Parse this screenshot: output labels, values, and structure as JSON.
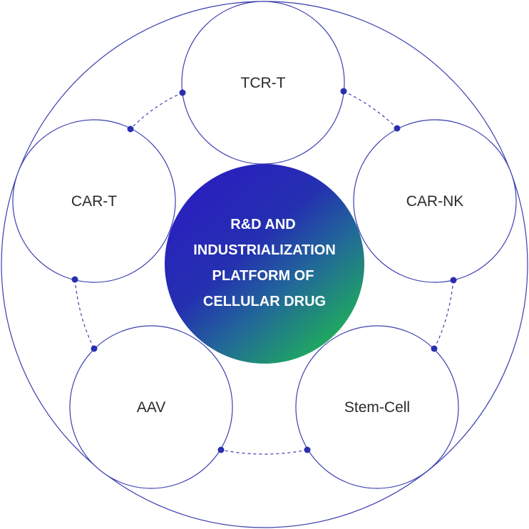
{
  "center": {
    "lines": [
      "R&D AND",
      "INDUSTRIALIZATION",
      "PLATFORM OF",
      "CELLULAR DRUG"
    ]
  },
  "nodes": [
    {
      "id": "tcr-t",
      "label": "TCR-T"
    },
    {
      "id": "car-nk",
      "label": "CAR-NK"
    },
    {
      "id": "stem-cell",
      "label": "Stem-Cell"
    },
    {
      "id": "aav",
      "label": "AAV"
    },
    {
      "id": "car-t",
      "label": "CAR-T"
    }
  ],
  "colors": {
    "stroke": "#3a3fae",
    "dot": "#2a2fb0",
    "gradient_start": "#2a1fbf",
    "gradient_mid": "#22529a",
    "gradient_end": "#1fad5c",
    "text": "#2b2b2b"
  }
}
